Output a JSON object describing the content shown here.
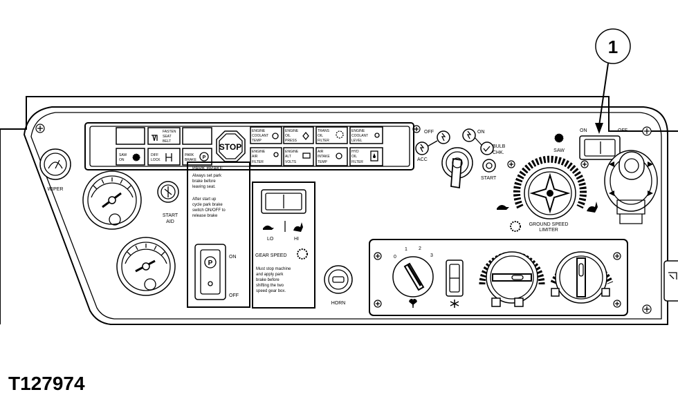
{
  "callout": {
    "number": "1"
  },
  "figure_id": "T127974",
  "wiper": {
    "label": "WIPER"
  },
  "start_aid": {
    "label_line1": "START",
    "label_line2": "AID"
  },
  "horn": {
    "label": "HORN"
  },
  "indicators": {
    "row1": [
      {
        "line1": "",
        "line2": "",
        "line3": ""
      },
      {
        "line1": "FASTEN",
        "line2": "SEAT",
        "line3": "BELT"
      },
      {
        "line1": "",
        "line2": "",
        "line3": ""
      },
      {
        "line1": "ENGINE",
        "line2": "COOLANT",
        "line3": "TEMP"
      },
      {
        "line1": "ENGINE",
        "line2": "OIL",
        "line3": "PRESS"
      },
      {
        "line1": "TRANS",
        "line2": "OIL",
        "line3": "FILTER"
      },
      {
        "line1": "ENGINE",
        "line2": "COOLANT",
        "line3": "LEVEL"
      }
    ],
    "row2": [
      {
        "line1": "SAW",
        "line2": "ON",
        "line3": ""
      },
      {
        "line1": "DIFF",
        "line2": "LOCK",
        "line3": ""
      },
      {
        "line1": "PARK",
        "line2": "BRAKE",
        "line3": ""
      },
      {
        "line1": "ENGINE",
        "line2": "AIR",
        "line3": "FILTER"
      },
      {
        "line1": "ENGINE",
        "line2": "ALT",
        "line3": "VOLTS"
      },
      {
        "line1": "AIR",
        "line2": "INTAKE",
        "line3": "TEMP"
      },
      {
        "line1": "HYD",
        "line2": "OIL",
        "line3": "FILTER"
      }
    ],
    "stop_label": "STOP"
  },
  "ignition": {
    "off": "OFF",
    "on": "ON",
    "acc": "ACC",
    "bulb": "BULB",
    "chk": "CHK.",
    "start": "START"
  },
  "saw_switch": {
    "on": "ON",
    "off": "OFF",
    "label": "SAW"
  },
  "ground_speed": {
    "line1": "GROUND SPEED",
    "line2": "LIMITER"
  },
  "park_brake": {
    "title": "PARK BRAKE",
    "text": [
      "Always set park",
      "brake before",
      "leaving seat.",
      "",
      "After start up",
      "cycle park brake",
      "switch ON/OFF to",
      "release brake"
    ],
    "on": "ON",
    "off": "OFF",
    "symbol": "P"
  },
  "gear_speed": {
    "lo": "LO",
    "hi": "HI",
    "title": "GEAR SPEED",
    "text": [
      "Must stop machine",
      "and apply park",
      "brake before",
      "shifting the two",
      "speed gear box."
    ]
  },
  "fan": {
    "positions": [
      "0",
      "1",
      "2",
      "3"
    ]
  }
}
